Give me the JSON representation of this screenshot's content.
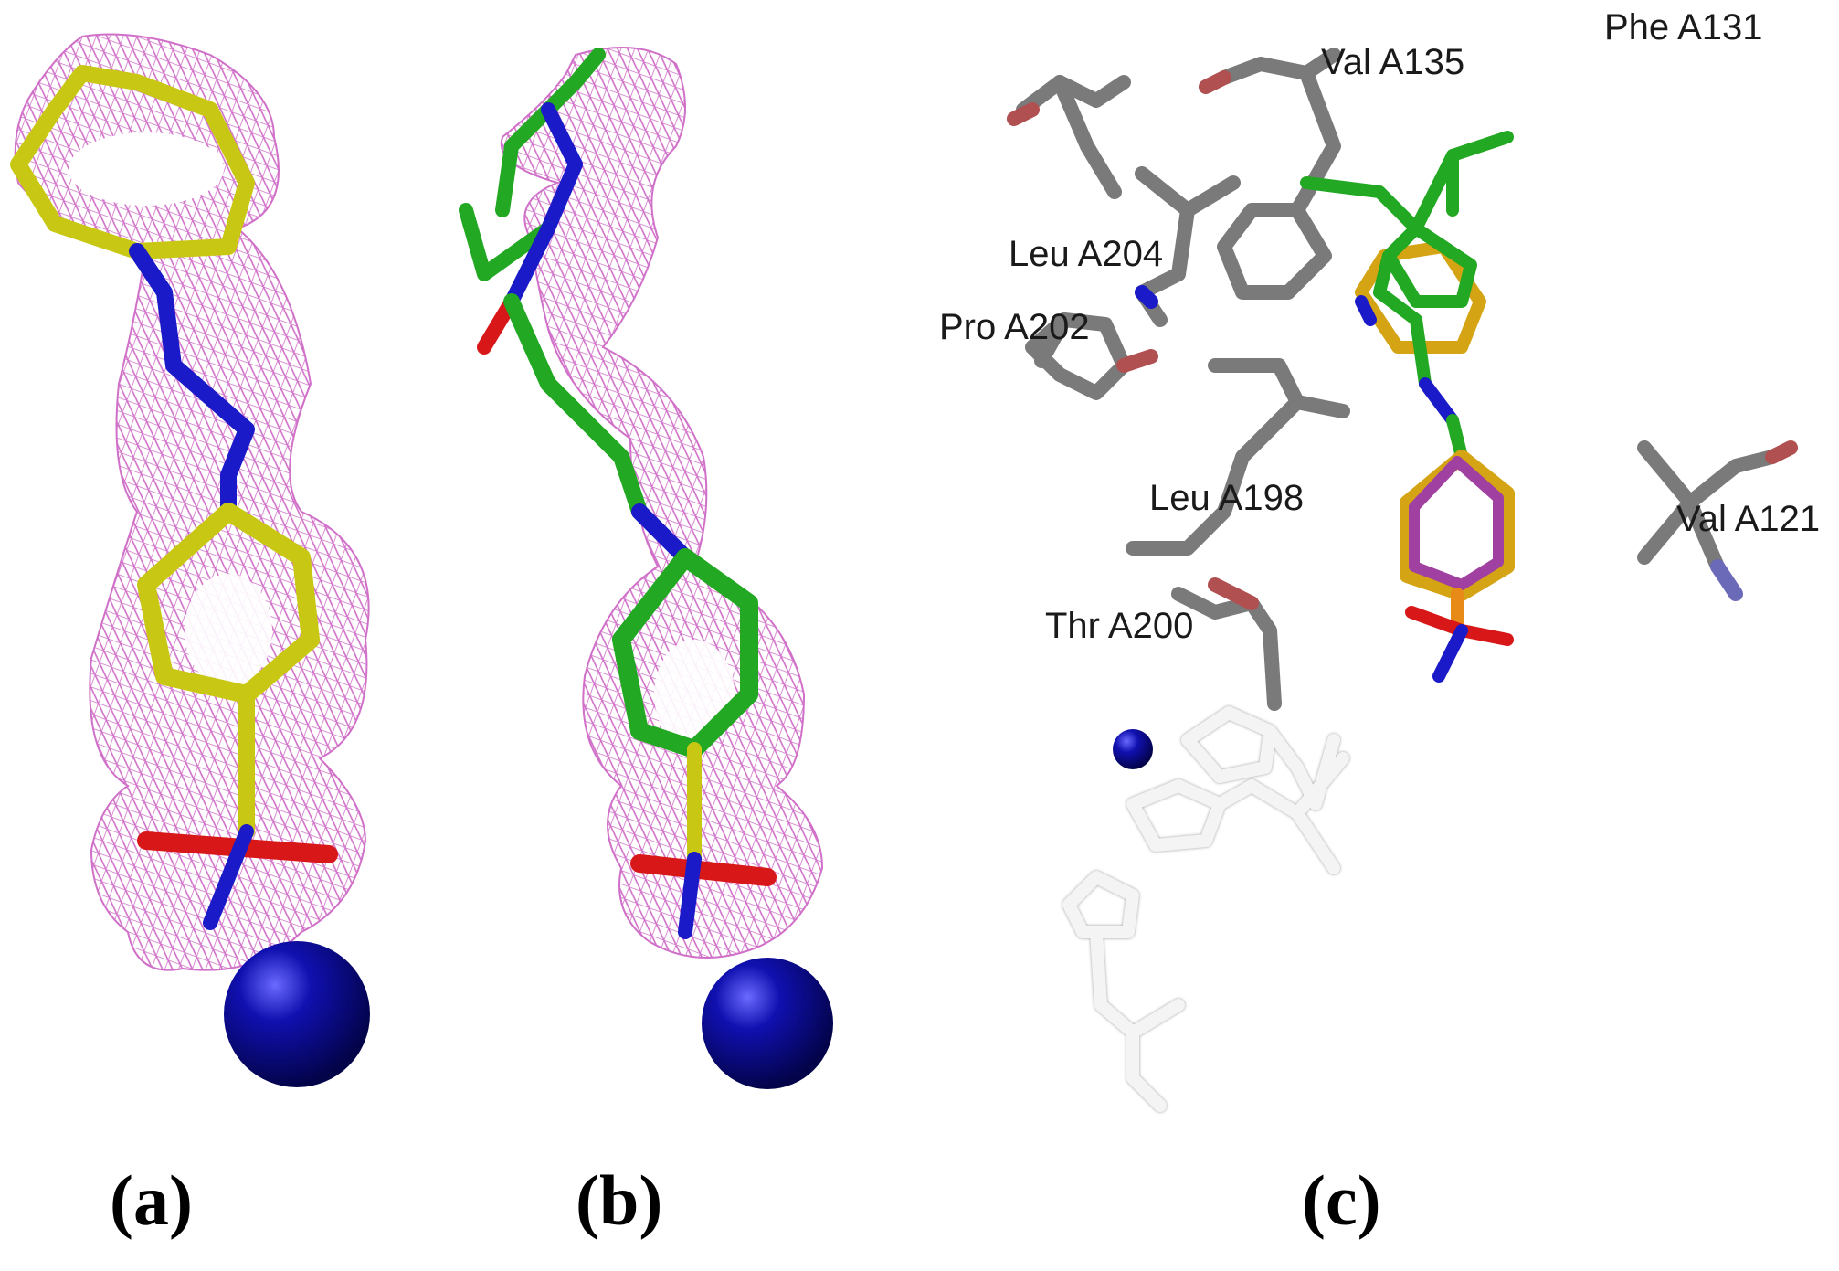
{
  "panels": {
    "a": {
      "label": "(a)"
    },
    "b": {
      "label": "(b)"
    },
    "c": {
      "label": "(c)",
      "residues": {
        "val135": "Val A135",
        "phe131": "Phe A131",
        "leu204": "Leu A204",
        "pro202": "Pro A202",
        "leu198": "Leu A198",
        "val121": "Val A121",
        "thr200": "Thr A200"
      }
    }
  },
  "colors": {
    "mesh": "#d070c8",
    "ligand_a": "#c8c814",
    "ligand_b": "#22a822",
    "ligand_c_gold": "#d4a414",
    "ligand_c_purple": "#a040a0",
    "nitrogen": "#1a1ac8",
    "oxygen": "#d81818",
    "sulfur": "#e88a18",
    "zinc": "#0a0a96",
    "protein_carbon": "#7a7a7a",
    "histidine": "#f4f4f4"
  }
}
